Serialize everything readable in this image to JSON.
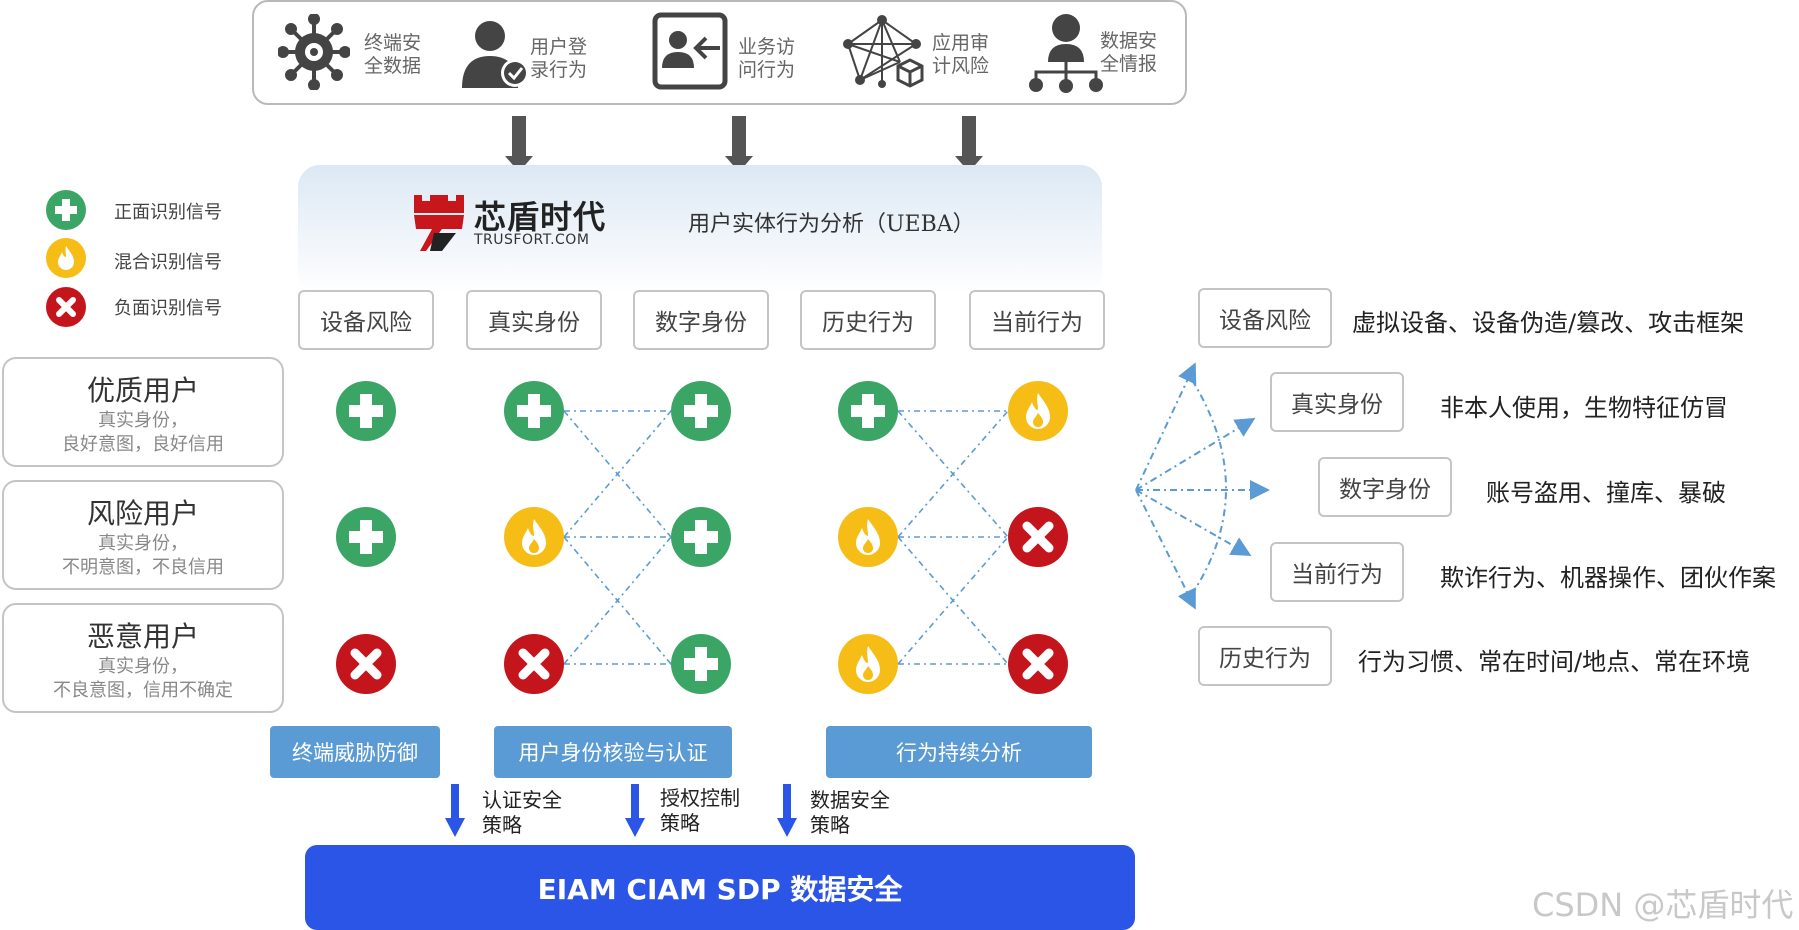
{
  "sources": [
    {
      "icon": "virus-icon",
      "line1": "终端安",
      "line2": "全数据"
    },
    {
      "icon": "user-check-icon",
      "line1": "用户登",
      "line2": "录行为"
    },
    {
      "icon": "access-card-icon",
      "line1": "业务访",
      "line2": "问行为"
    },
    {
      "icon": "network-cube-icon",
      "line1": "应用审",
      "line2": "计风险"
    },
    {
      "icon": "org-tree-icon",
      "line1": "数据安",
      "line2": "全情报"
    }
  ],
  "brand": {
    "name": "芯盾时代",
    "url": "TRUSFORT.COM"
  },
  "ueba_title": "用户实体行为分析（UEBA）",
  "dimensions": [
    "设备风险",
    "真实身份",
    "数字身份",
    "历史行为",
    "当前行为"
  ],
  "legend": [
    {
      "type": "positive",
      "label": "正面识别信号"
    },
    {
      "type": "mixed",
      "label": "混合识别信号"
    },
    {
      "type": "negative",
      "label": "负面识别信号"
    }
  ],
  "users": [
    {
      "title": "优质用户",
      "desc1": "真实身份，",
      "desc2": "良好意图，良好信用"
    },
    {
      "title": "风险用户",
      "desc1": "真实身份，",
      "desc2": "不明意图，不良信用"
    },
    {
      "title": "恶意用户",
      "desc1": "真实身份，",
      "desc2": "不良意图，信用不确定"
    }
  ],
  "signal_matrix": [
    [
      "positive",
      "positive",
      "positive",
      "positive",
      "mixed"
    ],
    [
      "positive",
      "mixed",
      "positive",
      "mixed",
      "negative"
    ],
    [
      "negative",
      "negative",
      "positive",
      "mixed",
      "negative"
    ]
  ],
  "stages": [
    "终端威胁防御",
    "用户身份核验与认证",
    "行为持续分析"
  ],
  "policies": [
    {
      "line1": "认证安全",
      "line2": "策略"
    },
    {
      "line1": "授权控制",
      "line2": "策略"
    },
    {
      "line1": "数据安全",
      "line2": "策略"
    }
  ],
  "bottom_label": "EIAM CIAM SDP 数据安全",
  "risks": [
    {
      "label": "设备风险",
      "desc": "虚拟设备、设备伪造/篡改、攻击框架"
    },
    {
      "label": "真实身份",
      "desc": "非本人使用，生物特征仿冒"
    },
    {
      "label": "数字身份",
      "desc": "账号盗用、撞库、暴破"
    },
    {
      "label": "当前行为",
      "desc": "欺诈行为、机器操作、团伙作案"
    },
    {
      "label": "历史行为",
      "desc": "行为习惯、常在时间/地点、常在环境"
    }
  ],
  "watermark": "CSDN @芯盾时代",
  "colors": {
    "positive": "#3aa565",
    "mixed": "#f5bd16",
    "negative": "#c4141c",
    "stage_blue": "#5b9bd5",
    "bottom_blue": "#2b55e6",
    "arrow_blue": "#2b55e6",
    "dash_blue": "#5b9bd5"
  }
}
